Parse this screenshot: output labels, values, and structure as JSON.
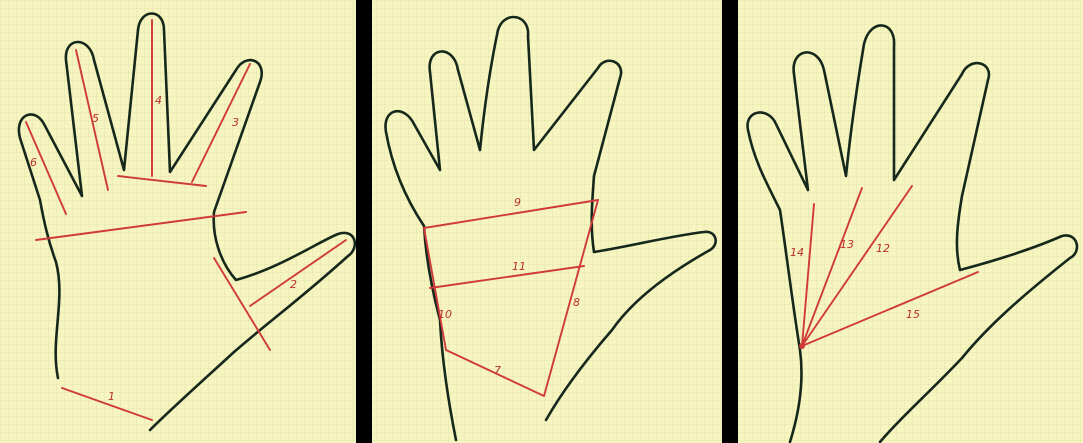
{
  "figure": {
    "background_color": "#f6f4bf",
    "outline_color": "#16281c",
    "measurement_color": "#cf3a3a",
    "separator_color": "#000000",
    "panels": [
      {
        "measurements": [
          {
            "label": "1"
          },
          {
            "label": "2"
          },
          {
            "label": "3"
          },
          {
            "label": "4"
          },
          {
            "label": "5"
          },
          {
            "label": "6"
          }
        ]
      },
      {
        "measurements": [
          {
            "label": "7"
          },
          {
            "label": "8"
          },
          {
            "label": "9"
          },
          {
            "label": "10"
          },
          {
            "label": "11"
          }
        ]
      },
      {
        "measurements": [
          {
            "label": "12"
          },
          {
            "label": "13"
          },
          {
            "label": "14"
          },
          {
            "label": "15"
          }
        ]
      }
    ]
  }
}
